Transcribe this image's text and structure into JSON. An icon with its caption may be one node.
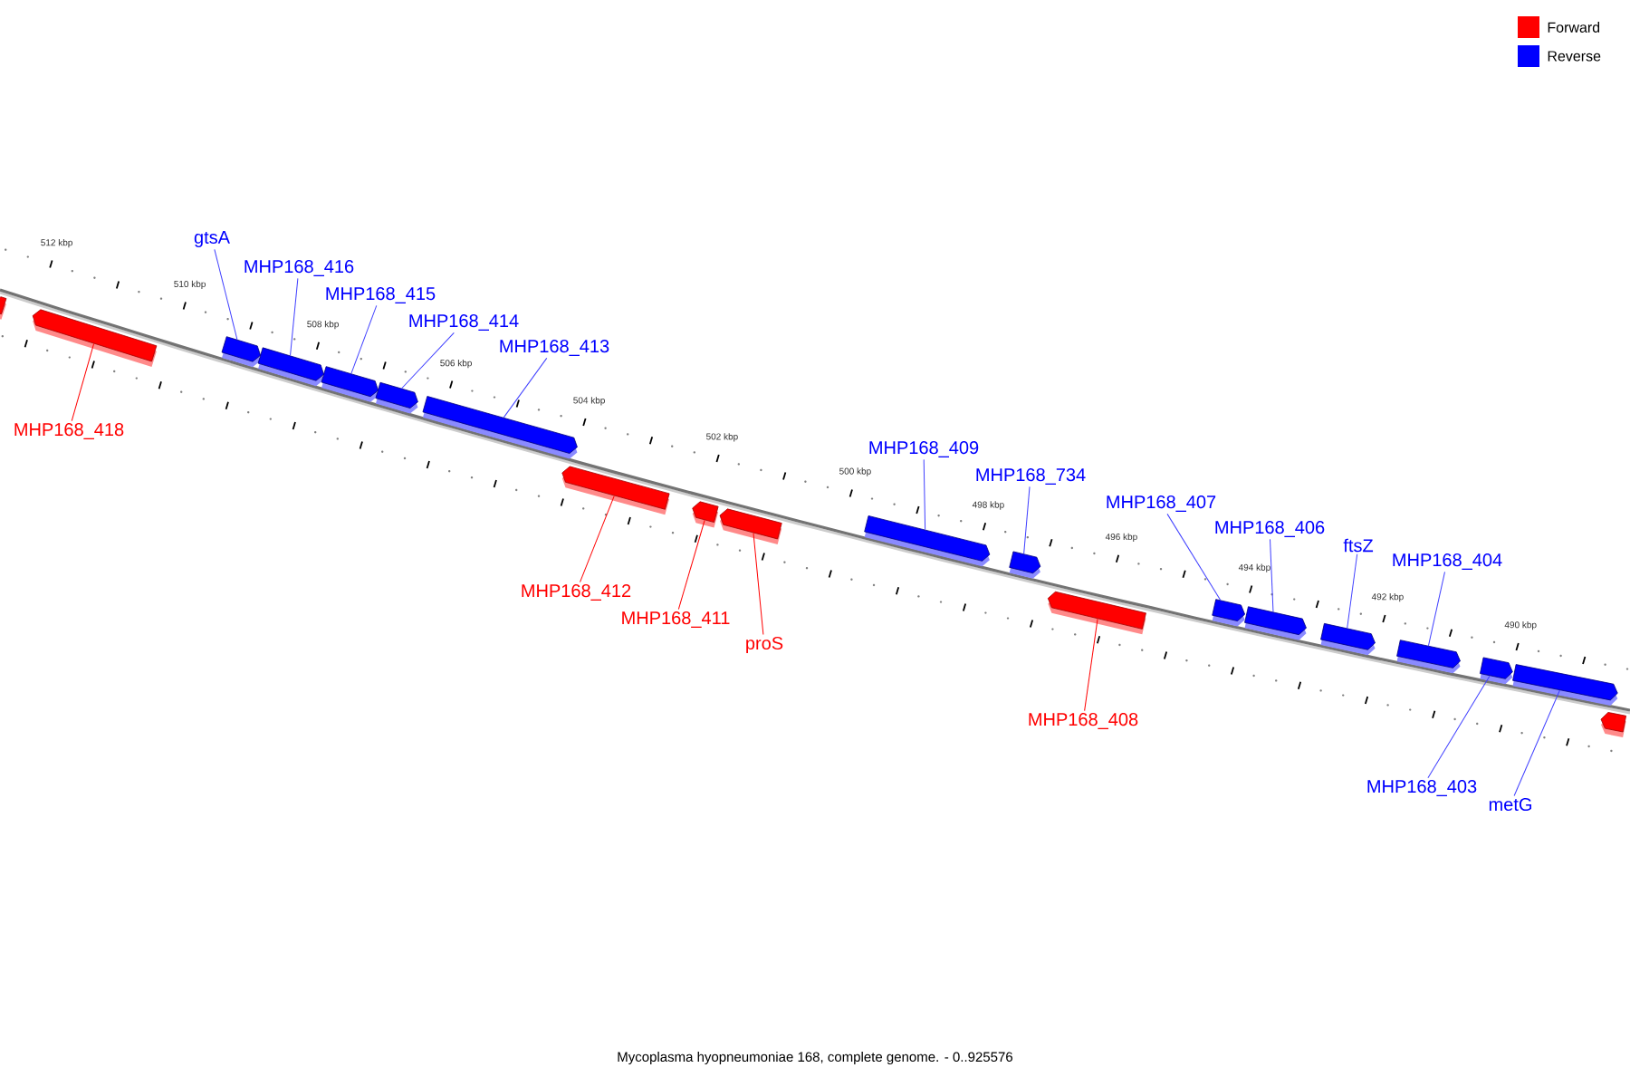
{
  "diagram": {
    "caption": "Mycoplasma hyopneumoniae 168, complete genome. - 0..925576",
    "nodes": [
      {
        "text": [
          "MHP168_418"
        ]
      },
      {
        "text": [
          "gtsA"
        ]
      },
      {
        "text": [
          "MHP168_416"
        ]
      },
      {
        "text": [
          "MHP168_415"
        ]
      },
      {
        "text": [
          "MHP168_414"
        ]
      },
      {
        "text": [
          "MHP168_413"
        ]
      },
      {
        "text": [
          "MHP168_412"
        ]
      },
      {
        "text": [
          "MHP168_411"
        ]
      },
      {
        "text": [
          "proS"
        ]
      },
      {
        "text": [
          "MHP168_409"
        ]
      },
      {
        "text": [
          "MHP168_734"
        ]
      },
      {
        "text": [
          "MHP168_408"
        ]
      },
      {
        "text": [
          "MHP168_407"
        ]
      },
      {
        "text": [
          "MHP168_406"
        ]
      },
      {
        "text": [
          "ftsZ"
        ]
      },
      {
        "text": [
          "MHP168_404"
        ]
      },
      {
        "text": [
          "MHP168_403"
        ]
      },
      {
        "text": [
          "metG"
        ]
      },
      {
        "text": [],
        "shape": "box"
      },
      {
        "text": [],
        "shape": "box"
      },
      {
        "text": [],
        "shape": "box"
      },
      {
        "text": [],
        "shape": "box"
      },
      {
        "text": [],
        "shape": "box"
      },
      {
        "text": [],
        "shape": "box"
      },
      {
        "text": [],
        "shape": "box"
      },
      {
        "text": [],
        "shape": "box"
      },
      {
        "text": [],
        "shape": "box"
      },
      {
        "text": [],
        "shape": "box"
      },
      {
        "text": [],
        "shape": "box"
      },
      {
        "text": [],
        "shape": "box"
      },
      {
        "text": [],
        "shape": "box"
      },
      {
        "text": [],
        "shape": "box"
      },
      {
        "text": [],
        "shape": "box"
      },
      {
        "text": [],
        "shape": "box"
      },
      {
        "text": [],
        "shape": "box"
      },
      {
        "text": [],
        "shape": "box"
      },
      {
        "text": [],
        "shape": "box"
      },
      {
        "text": [],
        "shape": "box"
      }
    ],
    "edges": [
      {
        "from": 0,
        "to": 19,
        "arrow": "none",
        "color": "#ff0000"
      },
      {
        "from": 1,
        "to": 20,
        "arrow": "none"
      },
      {
        "from": 2,
        "to": 21,
        "arrow": "none"
      },
      {
        "from": 3,
        "to": 22,
        "arrow": "none"
      },
      {
        "from": 4,
        "to": 23,
        "arrow": "none"
      },
      {
        "from": 5,
        "to": 24,
        "arrow": "none"
      },
      {
        "from": 6,
        "to": 25,
        "arrow": "none",
        "color": "#ff0000"
      },
      {
        "from": 7,
        "to": 26,
        "arrow": "none",
        "color": "#ff0000"
      },
      {
        "from": 8,
        "to": 27,
        "arrow": "none",
        "color": "#ff0000"
      },
      {
        "from": 9,
        "to": 28,
        "arrow": "none"
      },
      {
        "from": 10,
        "to": 29,
        "arrow": "none"
      },
      {
        "from": 11,
        "to": 30,
        "arrow": "none",
        "color": "#ff0000"
      },
      {
        "from": 12,
        "to": 31,
        "arrow": "none"
      },
      {
        "from": 13,
        "to": 32,
        "arrow": "none"
      },
      {
        "from": 14,
        "to": 33,
        "arrow": "none"
      },
      {
        "from": 15,
        "to": 34,
        "arrow": "none"
      },
      {
        "from": 16,
        "to": 35,
        "arrow": "none"
      },
      {
        "from": 17,
        "to": 36,
        "arrow": "none"
      }
    ],
    "labels": [
      "512 kbp",
      "510 kbp",
      "508 kbp",
      "506 kbp",
      "504 kbp",
      "502 kbp",
      "500 kbp",
      "498 kbp",
      "496 kbp",
      "494 kbp",
      "492 kbp",
      "490 kbp"
    ],
    "legend": [
      {
        "text": "Forward",
        "color": "#ff0000"
      },
      {
        "text": "Reverse",
        "color": "#0000ff"
      }
    ]
  }
}
